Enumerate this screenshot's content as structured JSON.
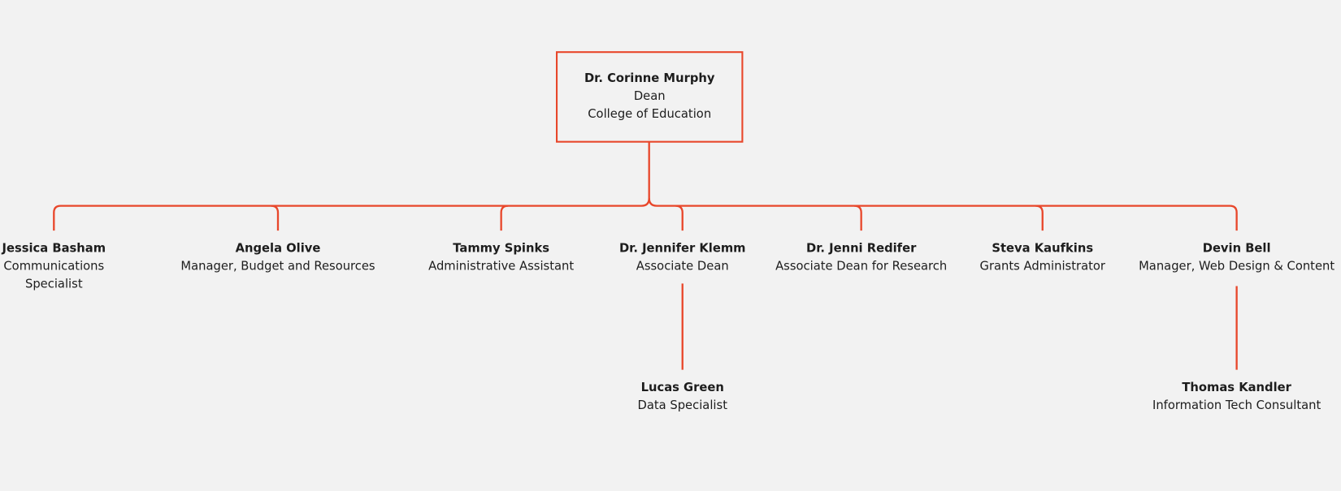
{
  "accent_color": "#e8472b",
  "root": {
    "name": "Dr. Corinne Murphy",
    "title": "Dean",
    "unit": "College of Education"
  },
  "reports": [
    {
      "name": "Jessica Basham",
      "title": "Communications Specialist"
    },
    {
      "name": "Angela Olive",
      "title": "Manager, Budget and Resources"
    },
    {
      "name": "Tammy Spinks",
      "title": "Administrative Assistant"
    },
    {
      "name": "Dr. Jennifer Klemm",
      "title": "Associate Dean"
    },
    {
      "name": "Dr. Jenni Redifer",
      "title": "Associate Dean for Research"
    },
    {
      "name": "Steva Kaufkins",
      "title": "Grants Administrator"
    },
    {
      "name": "Devin Bell",
      "title": "Manager, Web Design & Content"
    }
  ],
  "sub_reports": [
    {
      "name": "Lucas Green",
      "title": "Data Specialist"
    },
    {
      "name": "Thomas Kandler",
      "title": "Information Tech Consultant"
    }
  ]
}
